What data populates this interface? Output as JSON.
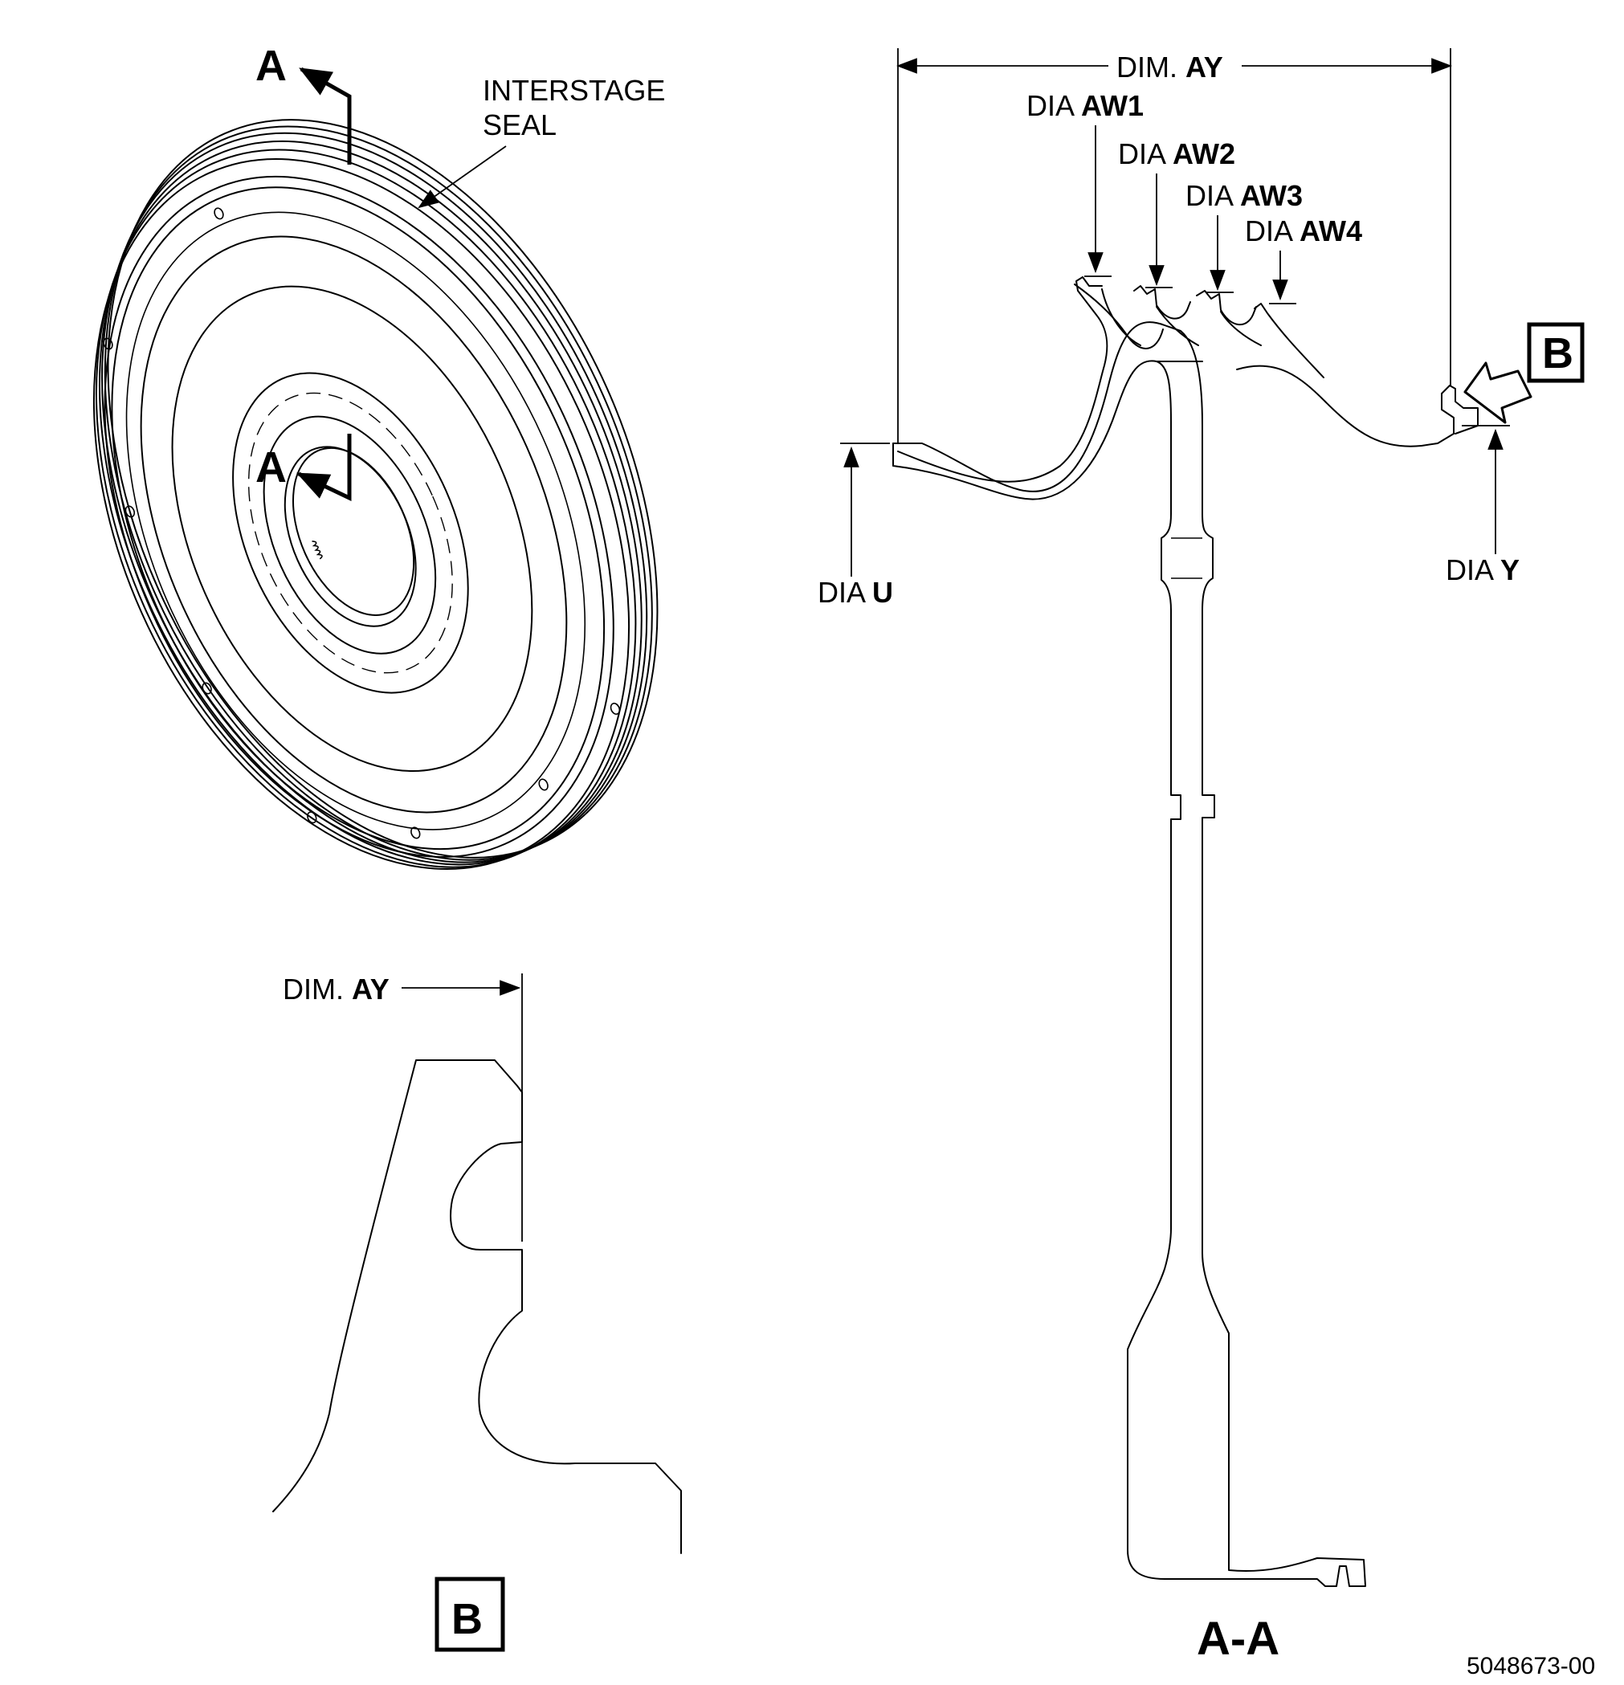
{
  "labels": {
    "section_marker_top": "A",
    "section_marker_mid": "A",
    "part_name_line1": "INTERSTAGE",
    "part_name_line2": "SEAL",
    "dim_prefix": "DIM.",
    "dia_prefix": "DIA",
    "ay": "AY",
    "aw1": "AW1",
    "aw2": "AW2",
    "aw3": "AW3",
    "aw4": "AW4",
    "u": "U",
    "y": "Y",
    "view_b": "B",
    "section_title": "A-A",
    "figure_number": "5048673-00"
  }
}
